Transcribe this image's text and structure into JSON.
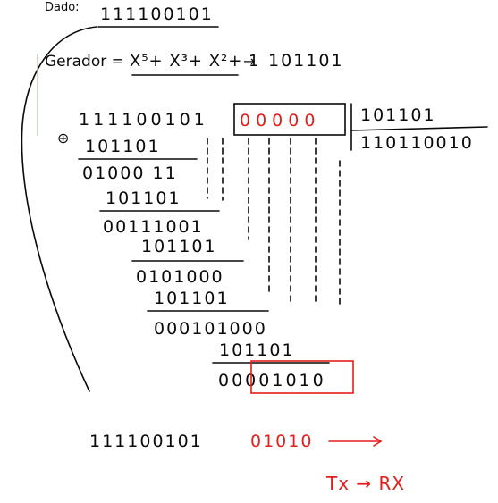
{
  "header": {
    "dado_label": "Dado:",
    "dado_value": "111100101",
    "gerador_label": "Gerador =",
    "gerador_poly": "X⁵+ X³+ X²+ 1",
    "gerador_arrow": "→",
    "gerador_bits": "101101"
  },
  "division": {
    "dividend": "111100101",
    "appended_zeros": "00000",
    "divisor": "101101",
    "quotient": "110110010",
    "xor_symbol": "⊕",
    "steps": [
      "101101",
      "01000 11",
      "101101",
      "00111001",
      "101101",
      "0101000",
      "101101",
      "000101000",
      "101101",
      "00001010"
    ],
    "remainder": "01010"
  },
  "result": {
    "data_part": "111100101",
    "crc_part": "01010",
    "arrow": "→",
    "tx_rx": "Tx → RX"
  },
  "colors": {
    "ink": "#0a0a0a",
    "red": "#e41d1d"
  }
}
